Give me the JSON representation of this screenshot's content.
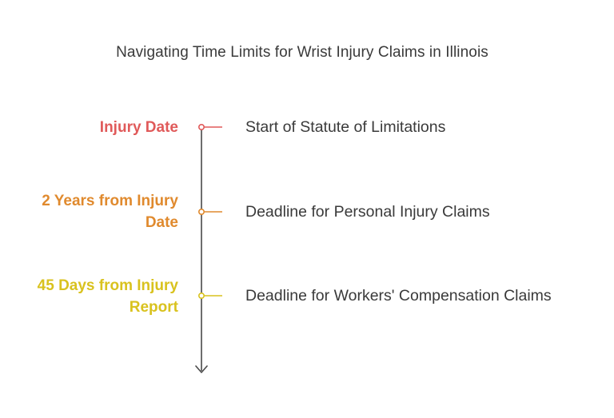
{
  "title": "Navigating Time Limits for Wrist Injury Claims in Illinois",
  "colors": {
    "line": "#4a4a4a",
    "text": "#3a3a3a"
  },
  "events": [
    {
      "label": "Injury Date",
      "description": "Start of Statute of Limitations",
      "color": "#e05a5a"
    },
    {
      "label": "2 Years from Injury Date",
      "description": "Deadline for Personal Injury Claims",
      "color": "#e08a2e"
    },
    {
      "label": "45 Days from Injury Report",
      "description": "Deadline for Workers' Compensation Claims",
      "color": "#d9c21e"
    }
  ]
}
